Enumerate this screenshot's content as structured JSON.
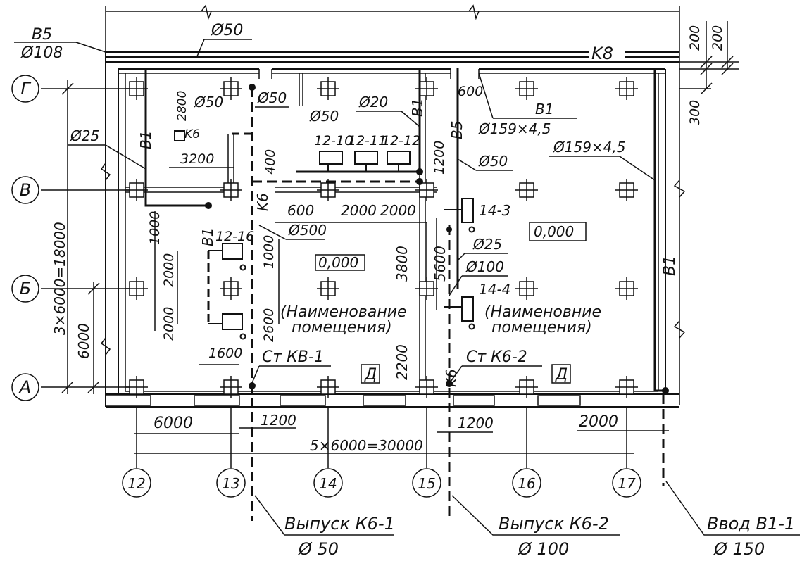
{
  "axes": {
    "rows": [
      "Г",
      "В",
      "Б",
      "А"
    ],
    "columns": [
      "12",
      "13",
      "14",
      "15",
      "16",
      "17"
    ]
  },
  "pipes": {
    "b5": "B5",
    "b5_d108": "Ø108",
    "top_d50": "Ø50",
    "k8": "K8",
    "d50_a": "Ø50",
    "d50_b": "Ø50",
    "d50_c": "Ø50",
    "d20": "Ø20",
    "d50_d": "Ø50",
    "d25_left": "Ø25",
    "d25_mid": "Ø25",
    "d100": "Ø100",
    "d500": "Ø500",
    "b1_right_top": "B1",
    "d159_a": "Ø159×4,5",
    "d159_b": "Ø159×4,5",
    "b1_left": "B1",
    "b1_small": "B1",
    "b1_mid": "B1",
    "b1_right": "B1",
    "b5_vert": "B5",
    "k6_small": "K6",
    "k6_left": "K6",
    "k6_bottom": "K6"
  },
  "dims": {
    "d200a": "200",
    "d200b": "200",
    "d300": "300",
    "d2800": "2800",
    "d3200": "3200",
    "d400": "400",
    "d600_top": "600",
    "d1200": "1200",
    "d600": "600",
    "d2000a": "2000",
    "d2000b": "2000",
    "d1000a": "1000",
    "d1000b": "1000",
    "d2000c": "2000",
    "d2000d": "2000",
    "d2600": "2600",
    "d1600": "1600",
    "d3800": "3800",
    "d5600": "5600",
    "d2200": "2200",
    "d6000_side": "6000",
    "d18000": "3×6000=18000",
    "d6000_bottom": "6000",
    "d1200_bl": "1200",
    "d1200_br": "1200",
    "d2000_br": "2000",
    "d30000": "5×6000=30000"
  },
  "equipment": {
    "e1210": "12-10",
    "e1211": "12-11",
    "e1212": "12-12",
    "e1216": "12-16",
    "e143": "14-3",
    "e144": "14-4"
  },
  "rooms": {
    "level_left": "0,000",
    "level_right": "0,000",
    "room_left_1": "(Наименование",
    "room_left_2": "помещения)",
    "room_right_1": "(Наименовние",
    "room_right_2": "помещения)",
    "d_left": "Д",
    "d_right": "Д"
  },
  "stands": {
    "st1": "Ст КВ-1",
    "st2": "Ст К6-2"
  },
  "outlets": {
    "o1_name": "Выпуск К6-1",
    "o1_d": "Ø 50",
    "o2_name": "Выпуск К6-2",
    "o2_d": "Ø 100",
    "o3_name": "Ввод В1-1",
    "o3_d": "Ø 150"
  }
}
